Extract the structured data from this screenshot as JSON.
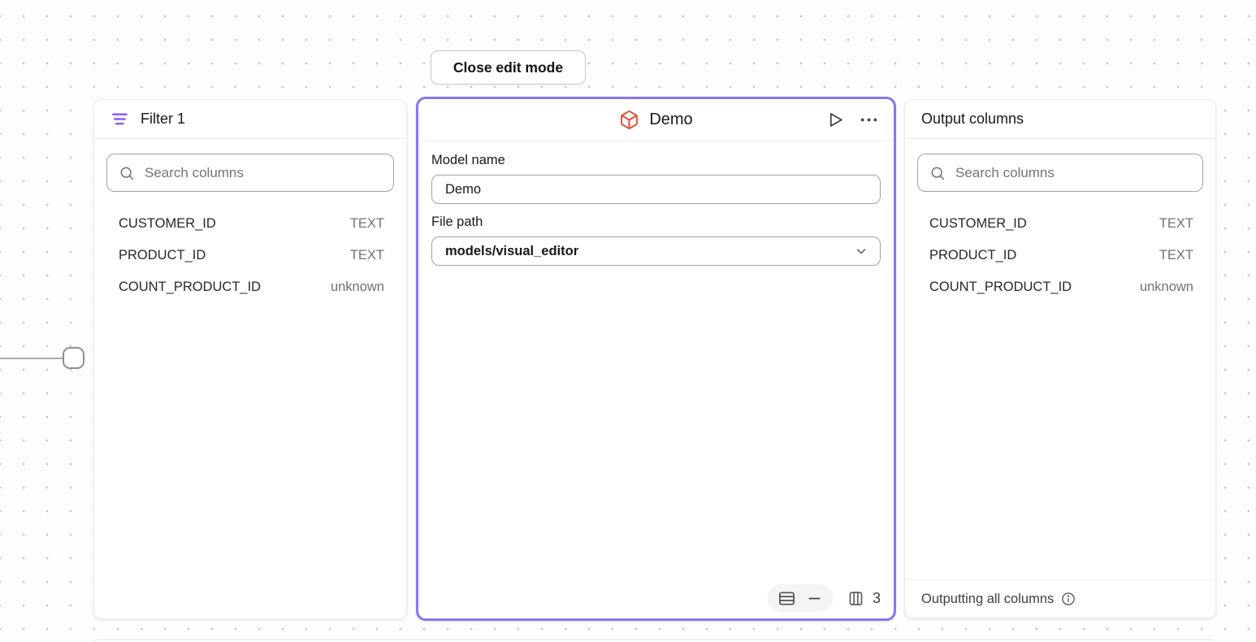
{
  "toolbar": {
    "close_button_label": "Close edit mode"
  },
  "filter_panel": {
    "title": "Filter 1",
    "search_placeholder": "Search columns",
    "columns": [
      {
        "name": "CUSTOMER_ID",
        "type": "TEXT"
      },
      {
        "name": "PRODUCT_ID",
        "type": "TEXT"
      },
      {
        "name": "COUNT_PRODUCT_ID",
        "type": "unknown"
      }
    ]
  },
  "model_panel": {
    "title": "Demo",
    "model_name_label": "Model name",
    "model_name_value": "Demo",
    "file_path_label": "File path",
    "file_path_value": "models/visual_editor",
    "column_count": "3"
  },
  "output_panel": {
    "title": "Output columns",
    "search_placeholder": "Search columns",
    "columns": [
      {
        "name": "CUSTOMER_ID",
        "type": "TEXT"
      },
      {
        "name": "PRODUCT_ID",
        "type": "TEXT"
      },
      {
        "name": "COUNT_PRODUCT_ID",
        "type": "unknown"
      }
    ],
    "footer_text": "Outputting all columns"
  },
  "icons": {
    "filter": "filter-lines-icon",
    "model": "cube-icon",
    "run": "play-icon",
    "menu": "ellipsis-icon",
    "search": "search-icon",
    "dropdown": "chevron-down-icon",
    "rows": "table-rows-icon",
    "columns": "table-columns-icon",
    "info": "info-icon"
  },
  "colors": {
    "selected_node_border": "#8b74f2",
    "filter_icon": "#8b5cf6",
    "cube_icon": "#e2492f",
    "canvas_dot": "#c7c7ca"
  }
}
